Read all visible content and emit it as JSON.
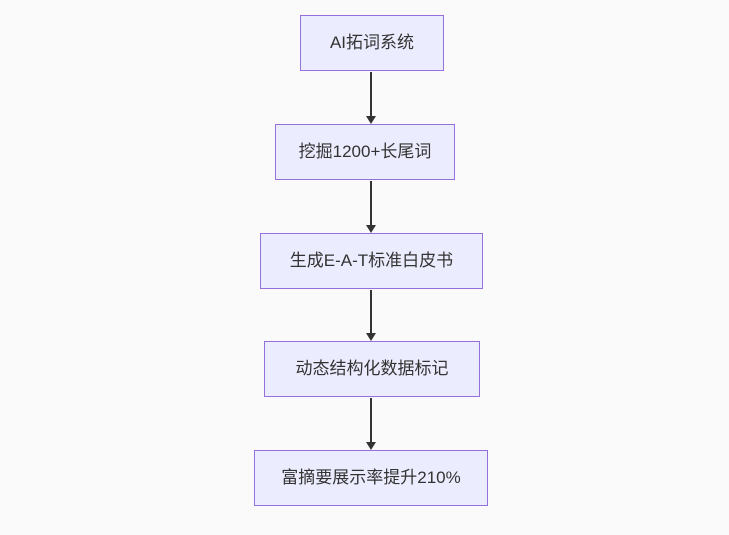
{
  "flowchart": {
    "type": "flowchart",
    "direction": "top-down",
    "colors": {
      "background": "#fafafa",
      "node_fill": "#ececff",
      "node_border": "#9370db",
      "text_color": "#333333",
      "arrow_color": "#333333"
    },
    "nodes": [
      {
        "label": "AI拓词系统"
      },
      {
        "label": "挖掘1200+长尾词"
      },
      {
        "label": "生成E-A-T标准白皮书"
      },
      {
        "label": "动态结构化数据标记"
      },
      {
        "label": "富摘要展示率提升210%"
      }
    ],
    "edges": [
      {
        "from": 0,
        "to": 1,
        "style": "arrow-down"
      },
      {
        "from": 1,
        "to": 2,
        "style": "arrow-down"
      },
      {
        "from": 2,
        "to": 3,
        "style": "arrow-down"
      },
      {
        "from": 3,
        "to": 4,
        "style": "arrow-down"
      }
    ]
  }
}
